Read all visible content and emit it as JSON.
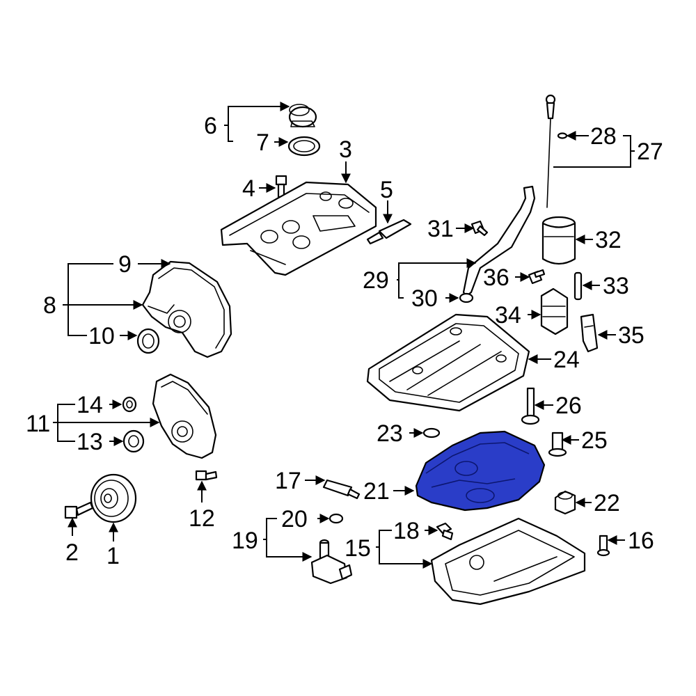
{
  "colors": {
    "highlight": "#2a3dc8",
    "line": "#000000",
    "background": "#ffffff"
  },
  "callouts": {
    "c1": "1",
    "c2": "2",
    "c3": "3",
    "c4": "4",
    "c5": "5",
    "c6": "6",
    "c7": "7",
    "c8": "8",
    "c9": "9",
    "c10": "10",
    "c11": "11",
    "c12": "12",
    "c13": "13",
    "c14": "14",
    "c15": "15",
    "c16": "16",
    "c17": "17",
    "c18": "18",
    "c19": "19",
    "c20": "20",
    "c21": "21",
    "c22": "22",
    "c23": "23",
    "c24": "24",
    "c25": "25",
    "c26": "26",
    "c27": "27",
    "c28": "28",
    "c29": "29",
    "c30": "30",
    "c31": "31",
    "c32": "32",
    "c33": "33",
    "c34": "34",
    "c35": "35",
    "c36": "36"
  },
  "highlighted_part": "21"
}
